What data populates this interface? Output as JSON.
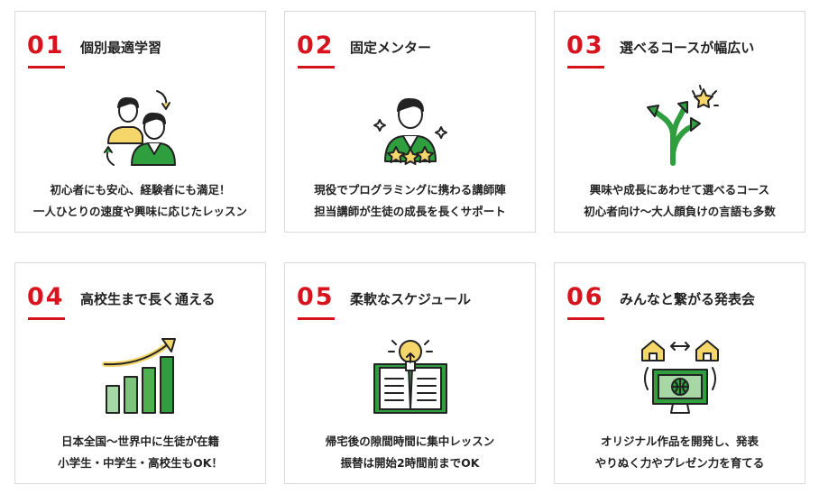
{
  "features": [
    {
      "number": "01",
      "title": "個別最適学習",
      "line1": "初心者にも安心、経験者にも満足！",
      "line2": "一人ひとりの速度や興味に応じたレッスン"
    },
    {
      "number": "02",
      "title": "固定メンター",
      "line1": "現役でプログラミングに携わる講師陣",
      "line2": "担当講師が生徒の成長を長くサポート"
    },
    {
      "number": "03",
      "title": "選べるコースが幅広い",
      "line1": "興味や成長にあわせて選べるコース",
      "line2": "初心者向け〜大人顔負けの言語も多数"
    },
    {
      "number": "04",
      "title": "高校生まで長く通える",
      "line1": "日本全国〜世界中に生徒が在籍",
      "line2": "小学生・中学生・高校生もOK！"
    },
    {
      "number": "05",
      "title": "柔軟なスケジュール",
      "line1": "帰宅後の隙間時間に集中レッスン",
      "line2": "振替は開始2時間前までOK"
    },
    {
      "number": "06",
      "title": "みんなと繋がる発表会",
      "line1": "オリジナル作品を開発し、発表",
      "line2": "やりぬく力やプレゼン力を育てる"
    }
  ],
  "icons": [
    "personalized-learning-icon",
    "mentor-icon",
    "branching-paths-icon",
    "growth-chart-icon",
    "idea-book-icon",
    "connected-presentation-icon"
  ],
  "colors": {
    "accent": "#d7141e",
    "green": "#2e9e3e",
    "light_green": "#a6d7a4",
    "yellow": "#f5d66b"
  }
}
